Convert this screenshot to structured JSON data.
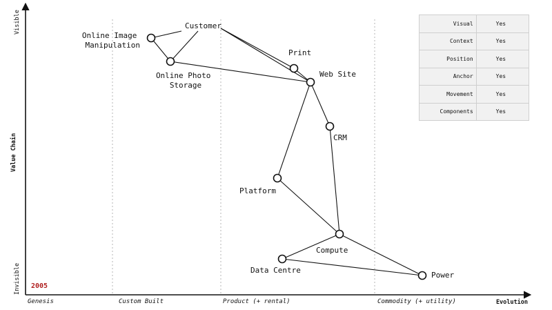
{
  "diagram": {
    "axes": {
      "y_title": "Value Chain",
      "y_top": "Visible",
      "y_bottom": "Invisible",
      "x_title": "Evolution"
    },
    "stages": [
      "Genesis",
      "Custom Built",
      "Product (+ rental)",
      "Commodity (+ utility)"
    ],
    "year": "2005",
    "components": [
      {
        "id": "customer",
        "label": "Customer"
      },
      {
        "id": "image",
        "label_lines": [
          "Online Image",
          "Manipulation"
        ]
      },
      {
        "id": "storage",
        "label_lines": [
          "Online Photo",
          "Storage"
        ]
      },
      {
        "id": "print",
        "label": "Print"
      },
      {
        "id": "website",
        "label": "Web Site"
      },
      {
        "id": "crm",
        "label": "CRM"
      },
      {
        "id": "platform",
        "label": "Platform"
      },
      {
        "id": "compute",
        "label": "Compute"
      },
      {
        "id": "datacentre",
        "label": "Data Centre"
      },
      {
        "id": "power",
        "label": "Power"
      }
    ],
    "links": [
      [
        "customer",
        "image"
      ],
      [
        "customer",
        "storage"
      ],
      [
        "customer",
        "print"
      ],
      [
        "customer",
        "website"
      ],
      [
        "image",
        "storage"
      ],
      [
        "storage",
        "website"
      ],
      [
        "print",
        "website"
      ],
      [
        "website",
        "crm"
      ],
      [
        "website",
        "platform"
      ],
      [
        "crm",
        "compute"
      ],
      [
        "platform",
        "compute"
      ],
      [
        "compute",
        "datacentre"
      ],
      [
        "compute",
        "power"
      ],
      [
        "datacentre",
        "power"
      ]
    ]
  },
  "criteria_table": {
    "rows": [
      {
        "key": "Visual",
        "value": "Yes"
      },
      {
        "key": "Context",
        "value": "Yes"
      },
      {
        "key": "Position",
        "value": "Yes"
      },
      {
        "key": "Anchor",
        "value": "Yes"
      },
      {
        "key": "Movement",
        "value": "Yes"
      },
      {
        "key": "Components",
        "value": "Yes"
      }
    ]
  }
}
